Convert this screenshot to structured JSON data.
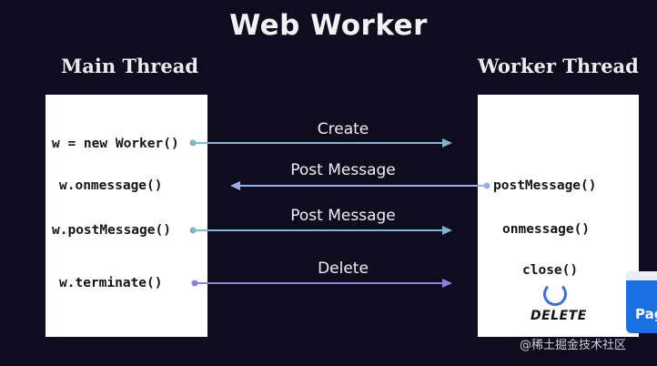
{
  "title": "Web Worker",
  "main_thread": {
    "heading": "Main Thread",
    "items": [
      "w = new Worker()",
      "w.onmessage()",
      "w.postMessage()",
      "w.terminate()"
    ]
  },
  "worker_thread": {
    "heading": "Worker Thread",
    "items": [
      "postMessage()",
      "onmessage()",
      "close()"
    ],
    "delete_graphic": "DELETE"
  },
  "messages": [
    {
      "label": "Create",
      "direction": "main-to-worker",
      "color": "#7fb7c9"
    },
    {
      "label": "Post Message",
      "direction": "worker-to-main",
      "color": "#9ab0dc"
    },
    {
      "label": "Post Message",
      "direction": "main-to-worker",
      "color": "#7fb7c9"
    },
    {
      "label": "Delete",
      "direction": "main-to-worker",
      "color": "#8e80e0"
    }
  ],
  "overlay_tile": {
    "text": "Pag"
  },
  "watermark": "@稀土掘金技术社区",
  "colors": {
    "background": "#0e0c1e",
    "panel": "#ffffff"
  }
}
